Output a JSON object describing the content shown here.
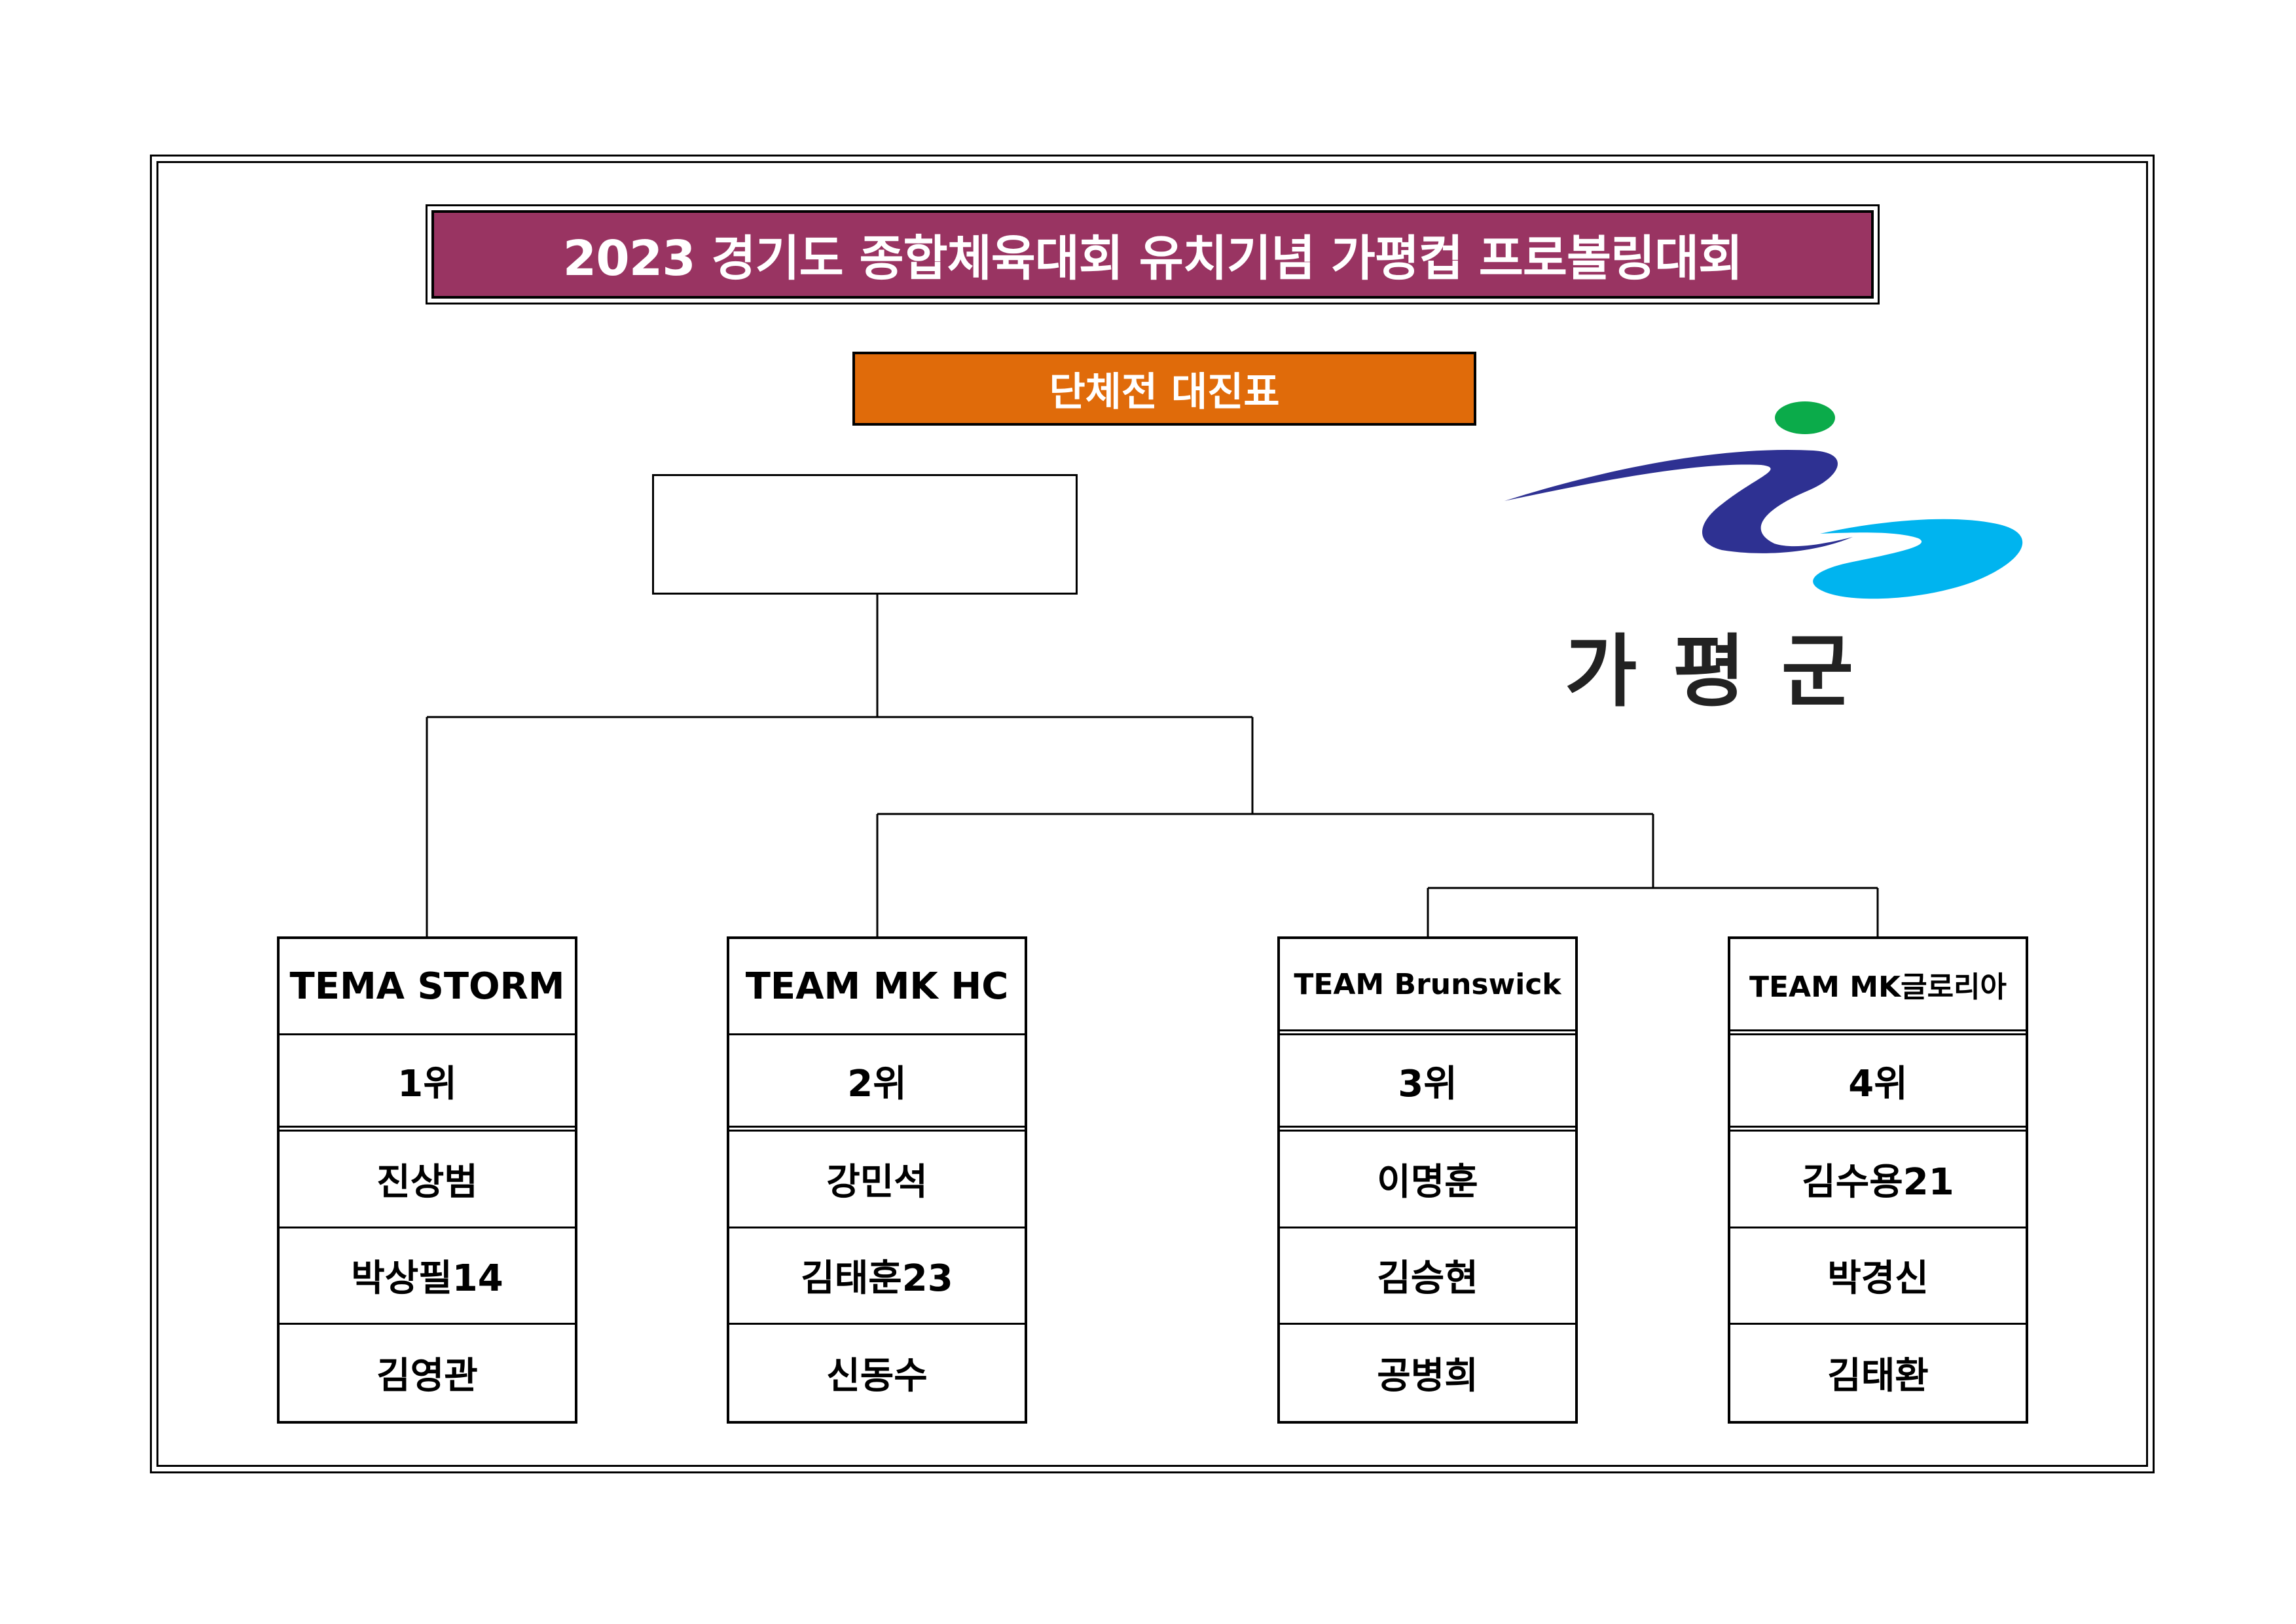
{
  "header": {
    "title": "2023 경기도 종합체육대회 유치기념 가평컵 프로볼링대회",
    "subtitle": "단체전 대진표"
  },
  "logo": {
    "text": "가평군",
    "colors": {
      "green": "#0bab4a",
      "navy": "#2e3192",
      "sky": "#00b4ef"
    }
  },
  "colors": {
    "title_bg": "#993462",
    "subtitle_bg": "#e06b0a"
  },
  "teams": [
    {
      "name": "TEMA STORM",
      "seed": "1위",
      "players": [
        "진상범",
        "박상필14",
        "김영관"
      ]
    },
    {
      "name": "TEAM MK HC",
      "seed": "2위",
      "players": [
        "강민석",
        "김태훈23",
        "신동수"
      ]
    },
    {
      "name": "TEAM Brunswick",
      "seed": "3위",
      "players": [
        "이명훈",
        "김승현",
        "공병희"
      ]
    },
    {
      "name": "TEAM MK글로리아",
      "seed": "4위",
      "players": [
        "김수용21",
        "박경신",
        "김태환"
      ]
    }
  ]
}
